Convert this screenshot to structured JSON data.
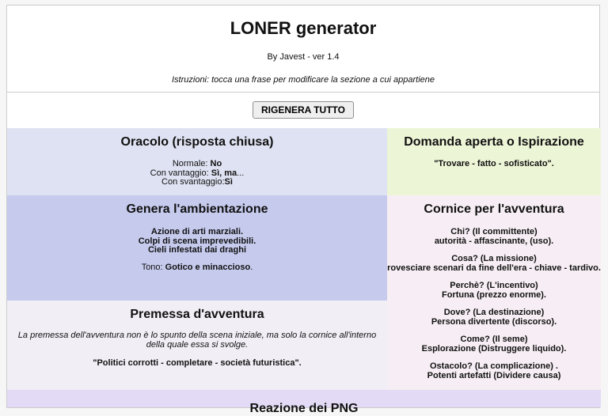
{
  "page": {
    "title": "LONER generator",
    "byline": "By Javest - ver 1.4",
    "instructions": "Istruzioni: tocca una frase per modificare la sezione a cui appartiene",
    "regenerate_button": "RIGENERA TUTTO"
  },
  "sections": {
    "oracolo": {
      "title": "Oracolo (risposta chiusa)",
      "items": [
        {
          "label": "Normale: ",
          "value": "No",
          "suffix": ""
        },
        {
          "label": "Con vantaggio: ",
          "value": "Sì, ma",
          "suffix": "..."
        },
        {
          "label": "Con svantaggio:",
          "value": "Sì",
          "suffix": ""
        }
      ]
    },
    "domanda": {
      "title": "Domanda aperta o Ispirazione",
      "result": "\"Trovare - fatto - sofisticato\"."
    },
    "ambientazione": {
      "title": "Genera l'ambientazione",
      "elements": [
        "Azione di arti marziali.",
        "Colpi di scena imprevedibili.",
        "Cieli infestati dai draghi"
      ],
      "tono_label": "Tono: ",
      "tono_value": "Gotico e minaccioso",
      "tono_suffix": "."
    },
    "cornice": {
      "title": "Cornice per l'avventura",
      "entries": [
        {
          "question": "Chi? (Il committente)",
          "answer": "autorità - affascinante, (uso)."
        },
        {
          "question": "Cosa? (La missione)",
          "answer": "rovesciare scenari da fine dell'era - chiave - tardivo."
        },
        {
          "question": "Perchè? (L'incentivo)",
          "answer": "Fortuna (prezzo enorme)."
        },
        {
          "question": "Dove? (La destinazione)",
          "answer": "Persona divertente (discorso)."
        },
        {
          "question": "Come? (Il seme)",
          "answer": "Esplorazione (Distruggere liquido)."
        },
        {
          "question": "Ostacolo? (La complicazione) .",
          "answer": "Potenti artefatti (Dividere causa)"
        }
      ]
    },
    "premessa": {
      "title": "Premessa d'avventura",
      "note": "La premessa dell'avventura non è lo spunto della scena iniziale, ma solo la cornice all'interno della quale essa si svolge.",
      "result": "\"Politici corrotti - completare - società futuristica\"."
    },
    "reazione": {
      "title": "Reazione dei PNG"
    }
  },
  "colors": {
    "page_background": "#f6f6f6",
    "card_border": "#cccccc",
    "oracolo_bg": "#dfe2f2",
    "domanda_bg": "#edf5d7",
    "ambientazione_bg": "#c6cbee",
    "cornice_bg": "#f6eef4",
    "premessa_bg": "#f1eef5",
    "reazione_bg": "#e3daf6"
  }
}
